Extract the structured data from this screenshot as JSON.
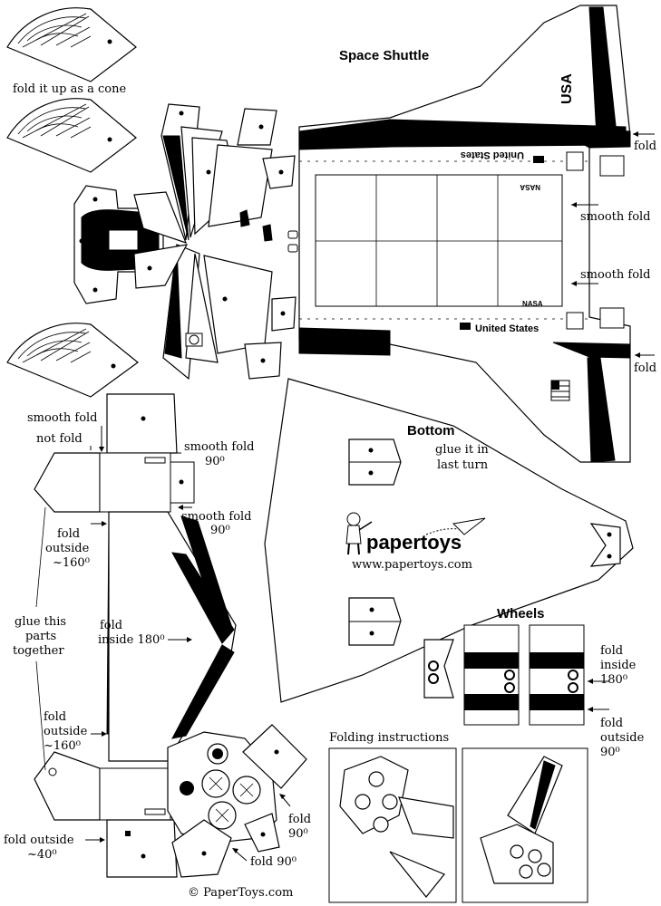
{
  "title": "Space Shuttle",
  "sections": {
    "bottom": "Bottom",
    "glue_last": [
      "glue it in",
      "last turn"
    ],
    "wheels": "Wheels",
    "folding": "Folding instructions"
  },
  "hull_text": {
    "usa": "USA",
    "us_top": "United States",
    "us_bottom": "United States",
    "nasa_top": "NASA",
    "nasa_bottom": "NASA"
  },
  "brand": {
    "name": "papertoys",
    "url": "www.papertoys.com",
    "copyright": "© PaperToys.com"
  },
  "instructions": {
    "cone": "fold it up as a cone",
    "fold_top": "fold",
    "smooth1": "smooth fold",
    "smooth2": "smooth fold",
    "fold_mid": "fold",
    "smooth_fold_left": "smooth fold",
    "not_fold": "not fold",
    "smooth90a": [
      "smooth fold",
      "90⁰"
    ],
    "smooth90b": [
      "smooth fold",
      "90⁰"
    ],
    "fold_out_160a": [
      "fold",
      "outside",
      "~160⁰"
    ],
    "glue_parts": [
      "glue this",
      "parts",
      "together"
    ],
    "fold_in_180": [
      "fold",
      "inside 180⁰"
    ],
    "fold_out_160b": [
      "fold",
      "outside",
      "~160⁰"
    ],
    "fold_out_40": [
      "fold outside",
      "~40⁰"
    ],
    "fold90": [
      "fold",
      "90⁰"
    ],
    "fold90b": "fold 90⁰",
    "wheel_in_180": [
      "fold",
      "inside",
      "180⁰"
    ],
    "wheel_out_90": [
      "fold",
      "outside",
      "90⁰"
    ]
  }
}
